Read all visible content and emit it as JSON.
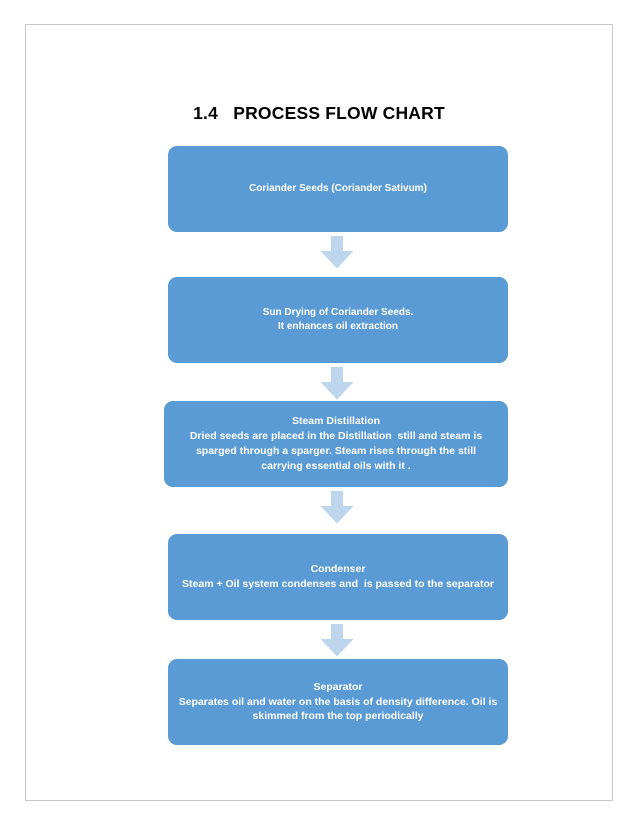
{
  "document": {
    "title": "1.4   PROCESS FLOW CHART",
    "page_background": "#ffffff",
    "border_color": "#c9c9c9"
  },
  "theme": {
    "box_fill": "#5B9BD5",
    "box_text": "#ffffff",
    "arrow_fill": "#BDD6EE"
  },
  "chart_data": {
    "type": "flowchart",
    "title": "1.4   PROCESS FLOW CHART",
    "orientation": "vertical-top-to-bottom",
    "node_shape": "rounded-rectangle",
    "connector": "down-arrow",
    "nodes": [
      {
        "id": "coriander-seeds",
        "heading": "",
        "lines": [
          "Coriander Seeds (Coriander Sativum)"
        ]
      },
      {
        "id": "sun-drying",
        "heading": "",
        "lines": [
          "Sun Drying of Coriander Seeds.",
          "It enhances oil extraction"
        ]
      },
      {
        "id": "steam-distillation",
        "heading": "Steam Distillation",
        "lines": [
          "Dried seeds are placed in the Distillation  still and steam is",
          "sparged through a sparger. Steam rises through the still",
          "carrying essential oils with it ."
        ]
      },
      {
        "id": "condenser",
        "heading": "Condenser",
        "lines": [
          "Steam + Oil system condenses and  is passed to the separator"
        ]
      },
      {
        "id": "separator",
        "heading": "Separator",
        "lines": [
          "Separates oil and water on the basis of density difference. Oil is",
          "skimmed from the top periodically"
        ]
      }
    ],
    "edges": [
      {
        "from": "coriander-seeds",
        "to": "sun-drying",
        "icon": "arrow-down-icon"
      },
      {
        "from": "sun-drying",
        "to": "steam-distillation",
        "icon": "arrow-down-icon"
      },
      {
        "from": "steam-distillation",
        "to": "condenser",
        "icon": "arrow-down-icon"
      },
      {
        "from": "condenser",
        "to": "separator",
        "icon": "arrow-down-icon"
      }
    ]
  }
}
